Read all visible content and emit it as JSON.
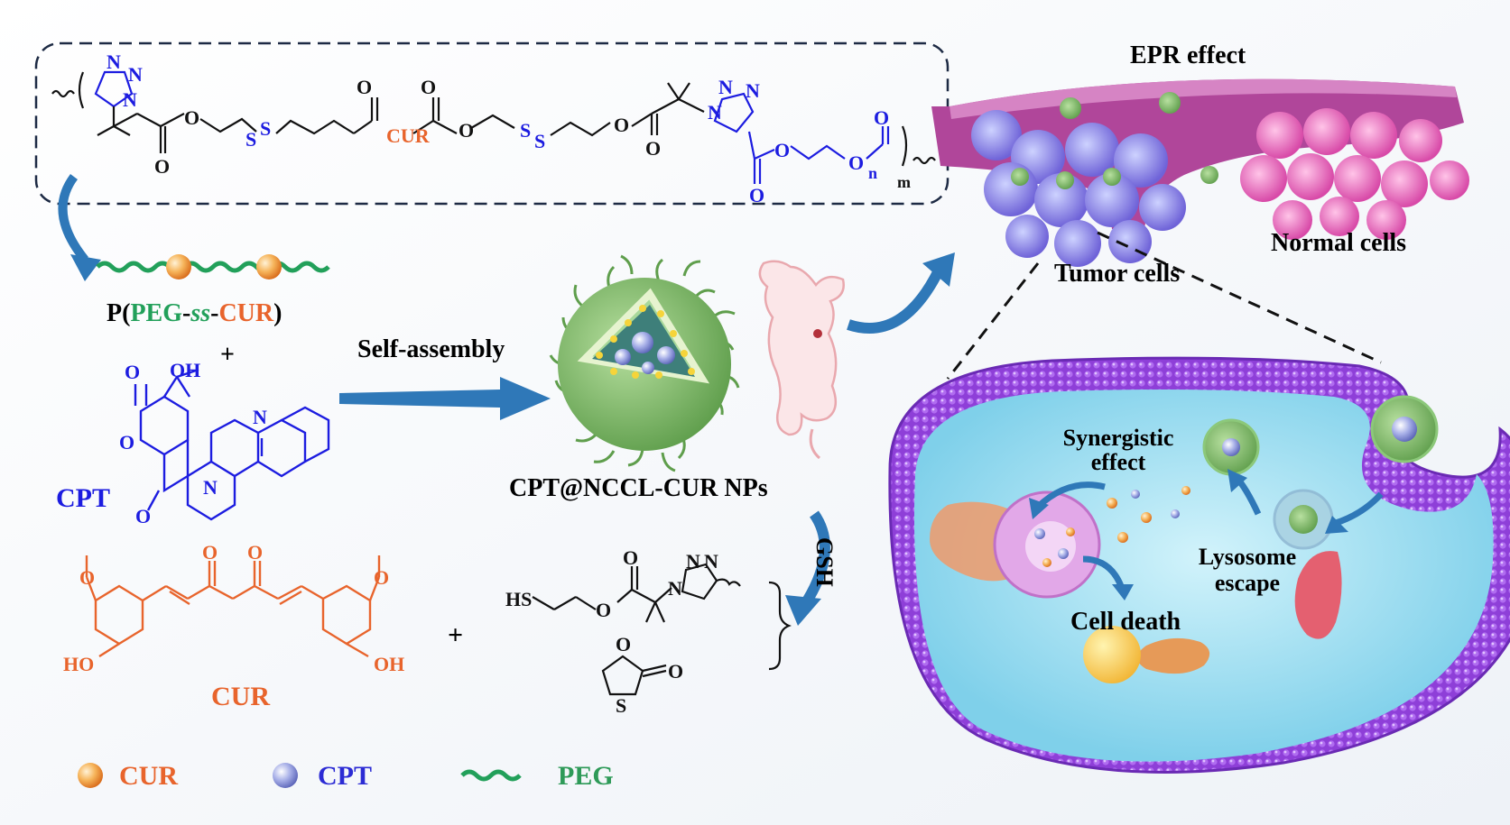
{
  "polymer": {
    "m": "m",
    "n": "n",
    "cur_unit": "CUR",
    "s": "S"
  },
  "conjugate": {
    "p": "P(",
    "peg": "PEG",
    "dash1": "-",
    "ss": "ss",
    "dash2": "-",
    "cur": "CUR",
    "close": ")"
  },
  "plus": "+",
  "arrow_label": "Self-assembly",
  "nanoparticle_label": "CPT@NCCL-CUR NPs",
  "gsh_label": "GSH",
  "drugs": {
    "cpt": "CPT",
    "cur": "CUR",
    "oh": "OH",
    "ho": "HO",
    "n": "N",
    "o": "O",
    "hs": "HS"
  },
  "tissue": {
    "epr": "EPR effect",
    "normal": "Normal cells",
    "tumor": "Tumor cells"
  },
  "cell": {
    "synergy": [
      "Synergistic",
      "effect"
    ],
    "escape": [
      "Lysosome",
      "escape"
    ],
    "death": "Cell death"
  },
  "legend": [
    {
      "label": "CUR",
      "color": "#e8732c"
    },
    {
      "label": "CPT",
      "color": "#2b2bd4"
    },
    {
      "label": "PEG",
      "color": "#2e9a58"
    }
  ],
  "colors": {
    "cur": "#e8642c",
    "cpt": "#1c1ce0",
    "peg": "#22a05a",
    "arrow": "#2f78b8"
  }
}
